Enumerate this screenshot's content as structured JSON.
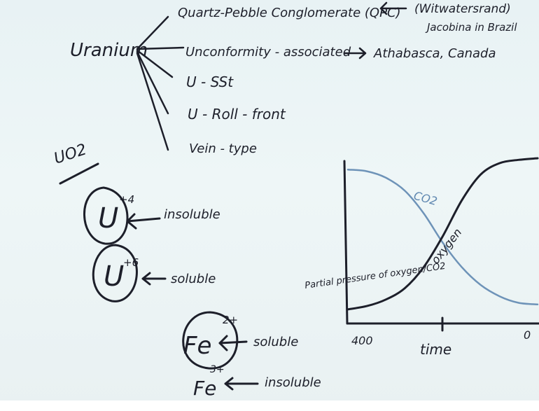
{
  "board": {
    "uranium_title": "Uranium",
    "deposit_types": [
      "Quartz-Pebble Conglomerate (QPC)",
      "Unconformity - associated",
      "U - SSt",
      "U - Roll - front",
      "Vein - type"
    ],
    "qpc_note": "(Witwatersrand)",
    "qpc_note2": "Jacobina in Brazil",
    "unconformity_note": "Athabasca, Canada",
    "uo2_label": "UO2",
    "species": [
      {
        "symbol": "U",
        "charge": "+4",
        "solubility": "insoluble"
      },
      {
        "symbol": "U",
        "charge": "+6",
        "solubility": "soluble"
      },
      {
        "symbol": "Fe",
        "charge": "2+",
        "solubility": "soluble"
      },
      {
        "symbol": "Fe",
        "charge": "3+",
        "solubility": "insoluble"
      }
    ],
    "ink_color": "#1d1f2a",
    "blue_ink_color": "#6e93b8"
  },
  "chart_data": {
    "type": "line",
    "ylabel": "Partial pressure of oxygen/CO2",
    "xlabel": "time",
    "x_tick_labels": [
      "400",
      "0"
    ],
    "series": [
      {
        "name": "CO2",
        "color": "#6e93b8",
        "trend": "high then decreasing",
        "x": [
          0,
          0.1,
          0.2,
          0.3,
          0.4,
          0.5,
          0.6,
          0.7,
          0.8,
          0.9,
          1.0
        ],
        "values": [
          0.93,
          0.92,
          0.88,
          0.8,
          0.66,
          0.48,
          0.33,
          0.22,
          0.15,
          0.11,
          0.1
        ]
      },
      {
        "name": "oxygen",
        "color": "#1d1f2a",
        "trend": "low then increasing",
        "x": [
          0,
          0.1,
          0.2,
          0.3,
          0.4,
          0.5,
          0.6,
          0.7,
          0.8,
          0.9,
          1.0
        ],
        "values": [
          0.07,
          0.09,
          0.13,
          0.2,
          0.33,
          0.52,
          0.74,
          0.9,
          0.97,
          0.99,
          1.0
        ]
      }
    ]
  }
}
